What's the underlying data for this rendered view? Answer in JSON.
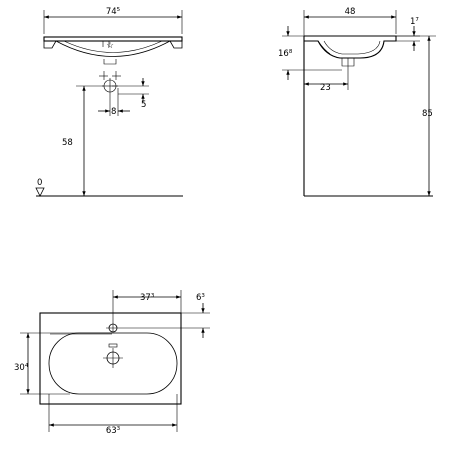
{
  "front_view": {
    "width_main": "74",
    "width_sup": "5",
    "height_label": "58",
    "offset_label": "8",
    "small_label": "5",
    "floor_label": "0"
  },
  "side_view": {
    "depth_label": "48",
    "top_main": "1",
    "top_sup": "7",
    "bowl_main": "16",
    "bowl_sup": "8",
    "drain_label": "23",
    "height_label": "85"
  },
  "top_view": {
    "tap_main": "37",
    "tap_sup": "3",
    "edge_main": "6",
    "edge_sup": "3",
    "depth_main": "30",
    "depth_sup": "4",
    "width_main": "63",
    "width_sup": "3"
  }
}
